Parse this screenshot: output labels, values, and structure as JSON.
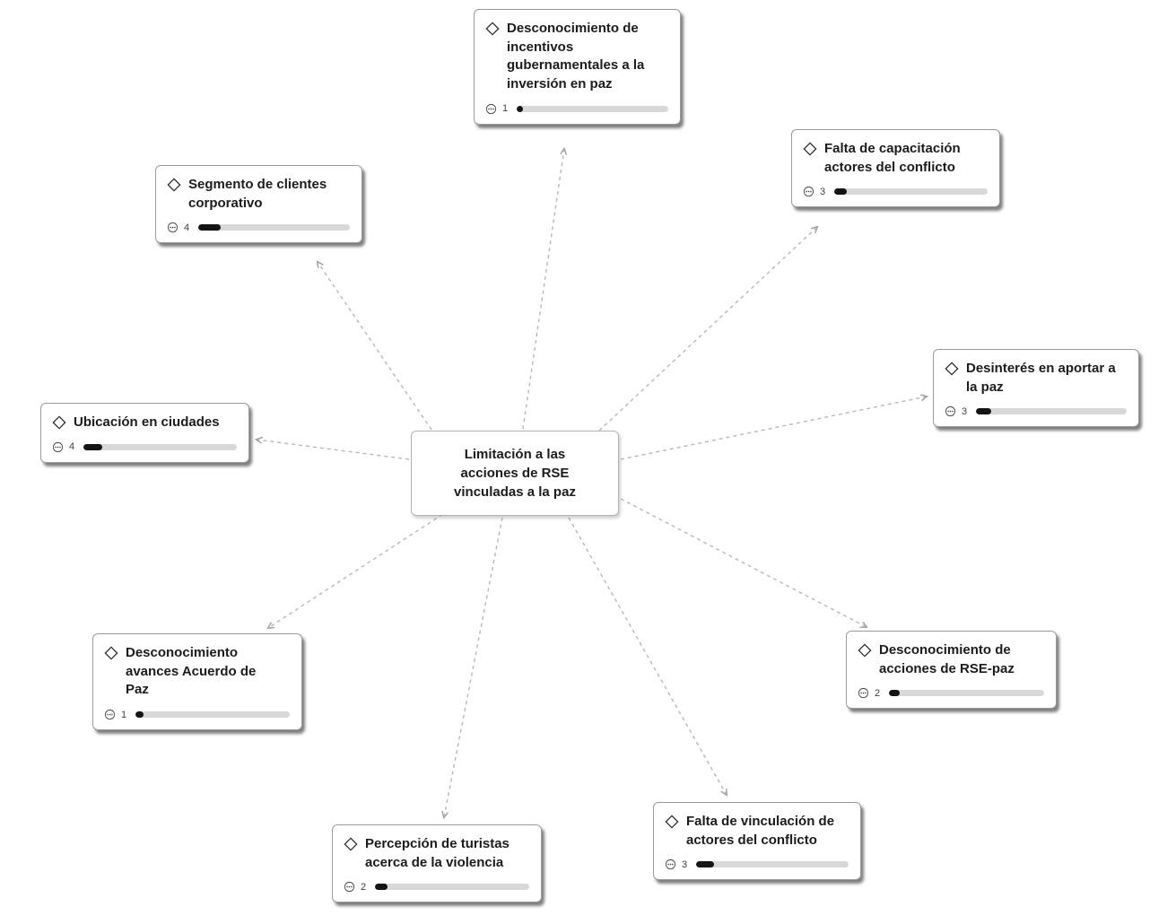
{
  "diagram": {
    "center": {
      "label": "Limitación a las acciones de RSE vinculadas a la paz"
    },
    "nodes": [
      {
        "label": "Desconocimiento de incentivos gubernamentales a la inversión en paz",
        "count": 1,
        "bar_percent": 4
      },
      {
        "label": "Falta de capacitación actores del conflicto",
        "count": 3,
        "bar_percent": 8
      },
      {
        "label": "Desinterés en aportar a la paz",
        "count": 3,
        "bar_percent": 10
      },
      {
        "label": "Desconocimiento de acciones de RSE-paz",
        "count": 2,
        "bar_percent": 7
      },
      {
        "label": "Falta de vinculación de actores del conflicto",
        "count": 3,
        "bar_percent": 12
      },
      {
        "label": "Percepción de turistas acerca de la violencia",
        "count": 2,
        "bar_percent": 8
      },
      {
        "label": "Desconocimiento avances Acuerdo de Paz",
        "count": 1,
        "bar_percent": 5
      },
      {
        "label": "Ubicación en ciudades",
        "count": 4,
        "bar_percent": 12
      },
      {
        "label": "Segmento de clientes corporativo",
        "count": 4,
        "bar_percent": 15
      }
    ],
    "edges": [
      {
        "from": "center",
        "to": 0
      },
      {
        "from": "center",
        "to": 1
      },
      {
        "from": "center",
        "to": 2
      },
      {
        "from": "center",
        "to": 3
      },
      {
        "from": "center",
        "to": 4
      },
      {
        "from": "center",
        "to": 5
      },
      {
        "from": "center",
        "to": 6
      },
      {
        "from": "center",
        "to": 7
      },
      {
        "from": "center",
        "to": 8
      }
    ],
    "link_style": "dashed-arrow",
    "colors": {
      "card_border": "#9b9b9b",
      "bar_track": "#d8d8d8",
      "bar_fill": "#141414",
      "arrow": "#b8b8b8"
    },
    "icons": {
      "node_type": "diamond-icon",
      "count_badge": "grounded-dots-icon"
    }
  }
}
